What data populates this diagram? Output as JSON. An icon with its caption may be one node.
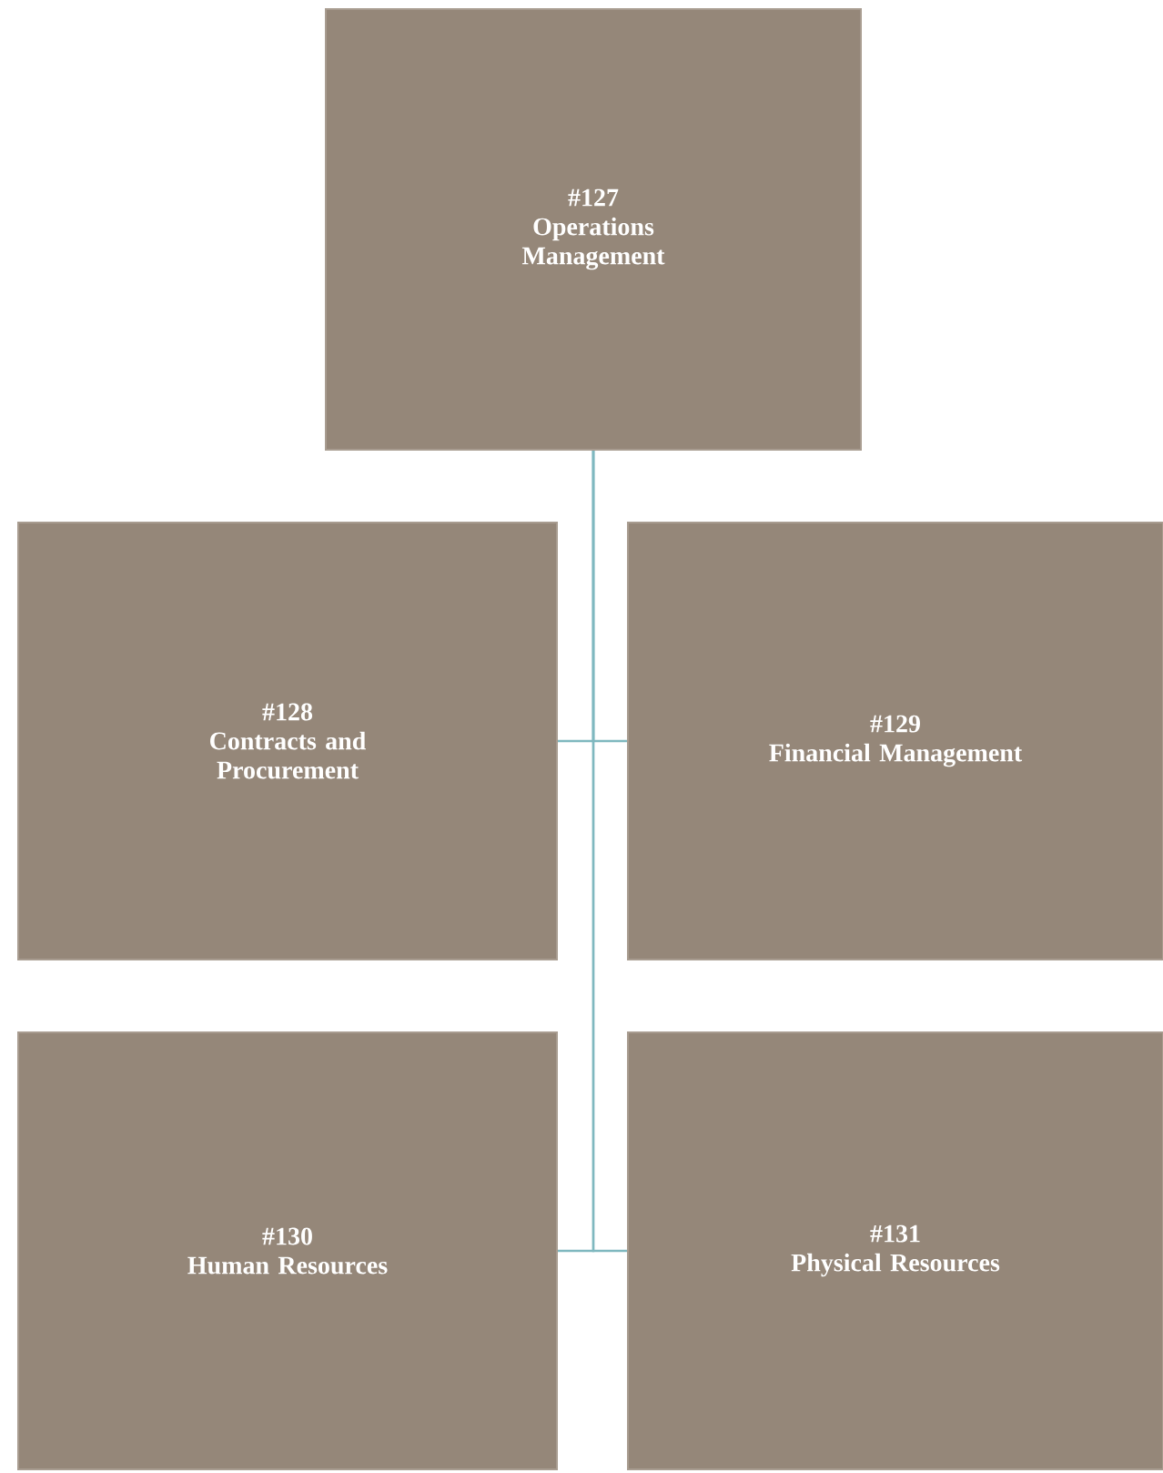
{
  "diagram": {
    "nodes": [
      {
        "text": [
          "#127",
          "Operations Management"
        ]
      },
      {
        "text": [
          "#128",
          "Contracts and Procurement"
        ]
      },
      {
        "text": [
          "#129",
          "Financial Management"
        ]
      },
      {
        "text": [
          "#130",
          "Human Resources"
        ]
      },
      {
        "text": [
          "#131",
          "Physical Resources"
        ]
      }
    ],
    "edges": [
      {
        "from": 0,
        "to": 1,
        "arrow": "none"
      },
      {
        "from": 0,
        "to": 2,
        "arrow": "none"
      },
      {
        "from": 0,
        "to": 3,
        "arrow": "none"
      },
      {
        "from": 0,
        "to": 4,
        "arrow": "none"
      }
    ]
  }
}
